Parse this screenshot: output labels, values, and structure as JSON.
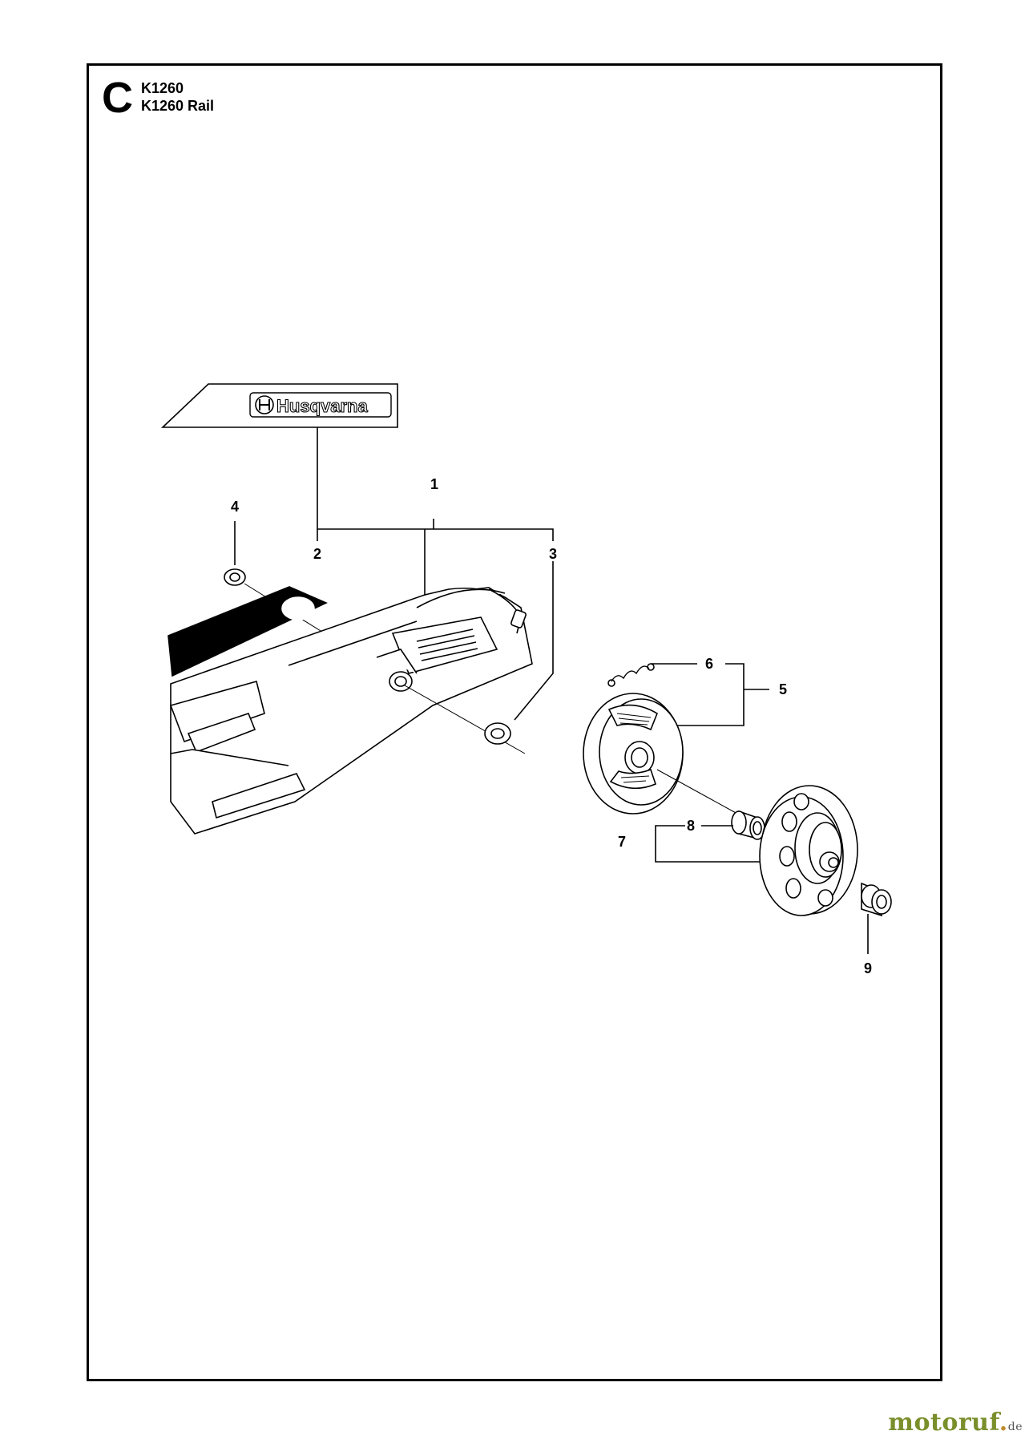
{
  "header": {
    "section_letter": "C",
    "model_line_1": "K1260",
    "model_line_2": "K1260 Rail"
  },
  "decal": {
    "brand": "Husqvarna"
  },
  "callouts": [
    "1",
    "2",
    "3",
    "4",
    "5",
    "6",
    "7",
    "8",
    "9"
  ],
  "watermark": {
    "name": "motoruf",
    "tld": "de"
  },
  "colors": {
    "line": "#000000",
    "part_fill": "#ffffff",
    "watermark_green": "#7a8f2c",
    "watermark_accent": "#c08b30"
  }
}
